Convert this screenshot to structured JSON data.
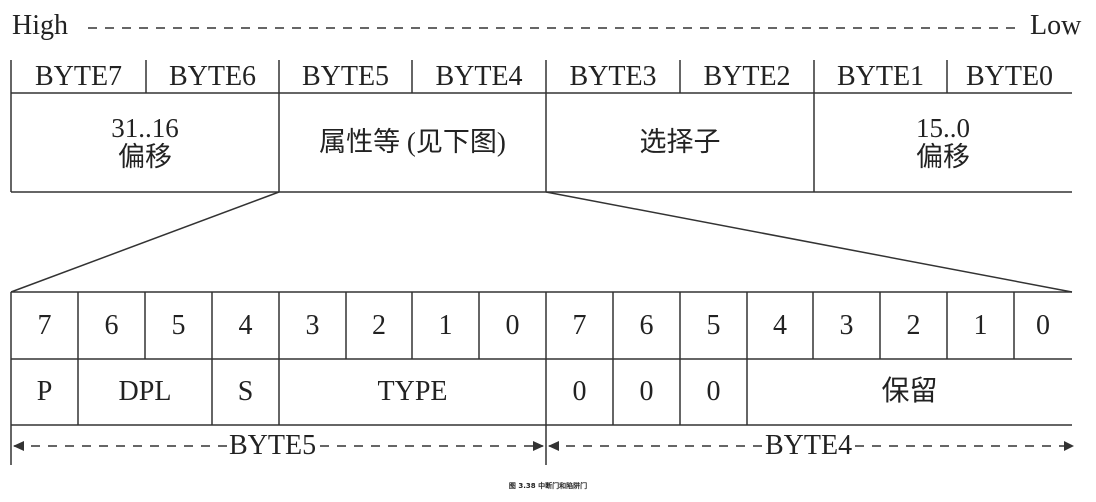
{
  "header": {
    "high": "High",
    "low": "Low"
  },
  "top_bytes": [
    "BYTE7",
    "BYTE6",
    "BYTE5",
    "BYTE4",
    "BYTE3",
    "BYTE2",
    "BYTE1",
    "BYTE0"
  ],
  "top_fields": {
    "offset_high": {
      "range": "31..16",
      "name": "偏移"
    },
    "attributes": "属性等 (见下图)",
    "selector": "选择子",
    "offset_low": {
      "range": "15..0",
      "name": "偏移"
    }
  },
  "bit_numbers": [
    "7",
    "6",
    "5",
    "4",
    "3",
    "2",
    "1",
    "0",
    "7",
    "6",
    "5",
    "4",
    "3",
    "2",
    "1",
    "0"
  ],
  "bit_fields": {
    "p": "P",
    "dpl": "DPL",
    "s": "S",
    "type": "TYPE",
    "zero_a": "0",
    "zero_b": "0",
    "zero_c": "0",
    "reserved": "保留"
  },
  "bottom_labels": {
    "byte5": "BYTE5",
    "byte4": "BYTE4"
  },
  "caption": "图 3.38 中断门和陷阱门"
}
